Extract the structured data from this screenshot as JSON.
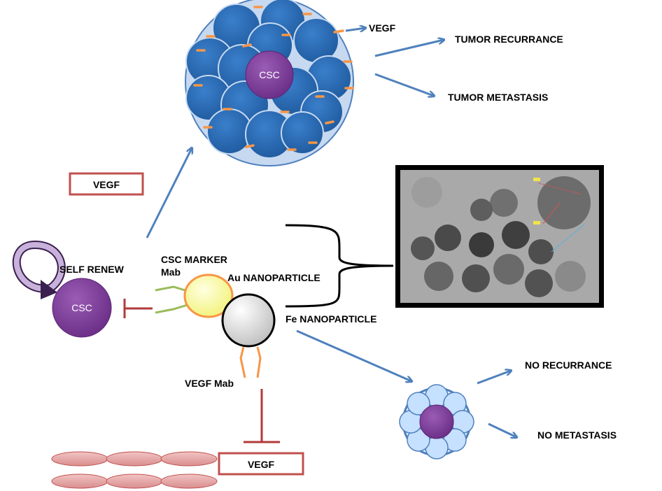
{
  "labels": {
    "csc_tumor": "CSC",
    "vegf_top": "VEGF",
    "tumor_recurrance": "TUMOR RECURRANCE",
    "tumor_metastasis": "TUMOR METASTASIS",
    "vegf_box_left": "VEGF",
    "csc_marker": "CSC MARKER",
    "mab": "Mab",
    "au_nanoparticle": "Au NANOPARTICLE",
    "fe_nanoparticle": "Fe NANOPARTICLE",
    "self_renew": "SELF RENEW",
    "csc_cell": "CSC",
    "vegf_mab": "VEGF Mab",
    "vegf_box_bottom": "VEGF",
    "no_recurrance": "NO RECURRANCE",
    "no_metastasis": "NO METASTASIS"
  },
  "colors": {
    "arrow_blue": "#4F81BD",
    "tumor_cell_blue": "#2E6DB4",
    "tumor_background": "#C6D9F1",
    "csc_purple": "#7E3F98",
    "inhibitor_red": "#B23A3A",
    "vegf_orange": "#F79646",
    "au_yellow": "#FFFF99",
    "mab_green": "#9BBB59",
    "treated_cell_light_blue": "#C6E0FF"
  },
  "micrograph": {
    "description_icon": "tem-micrograph-icon"
  }
}
